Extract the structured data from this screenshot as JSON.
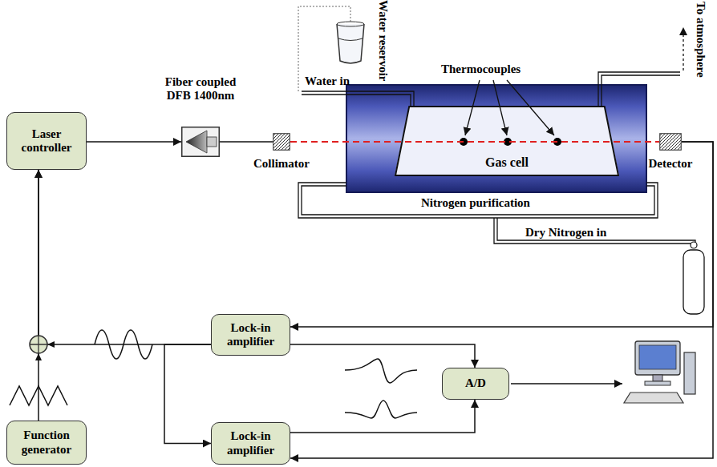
{
  "diagram": {
    "nodes": [
      {
        "text": [
          "Laser controller"
        ]
      },
      {
        "text": [
          "Fiber coupled DFB 1400nm"
        ]
      },
      {
        "text": [
          "Collimator"
        ]
      },
      {
        "text": [
          "Gas cell"
        ]
      },
      {
        "text": [
          "Detector"
        ]
      },
      {
        "text": [
          "Lock-in amplifier"
        ]
      },
      {
        "text": [
          "A/D"
        ]
      },
      {
        "text": [
          "Function generator"
        ]
      },
      {
        "text": [
          "Lock-in amplifier"
        ]
      }
    ],
    "edges": [
      {
        "from": 0,
        "to": 1,
        "arrow": "to"
      },
      {
        "from": 1,
        "to": 2,
        "arrow": "none"
      },
      {
        "from": 2,
        "to": 4,
        "arrow": "none"
      },
      {
        "from": 4,
        "to": 5,
        "arrow": "to"
      },
      {
        "from": 4,
        "to": 8,
        "arrow": "to"
      },
      {
        "from": 5,
        "to": 0,
        "arrow": "to"
      },
      {
        "from": 7,
        "to": 0,
        "arrow": "to"
      },
      {
        "from": 5,
        "to": 8,
        "arrow": "to"
      },
      {
        "from": 5,
        "to": 6,
        "arrow": "to"
      },
      {
        "from": 8,
        "to": 6,
        "arrow": "to"
      }
    ],
    "labels": [
      "Water reservoir",
      "Water in",
      "Thermocouples",
      "To atmosphere",
      "Nitrogen purification",
      "Dry Nitrogen in"
    ]
  }
}
